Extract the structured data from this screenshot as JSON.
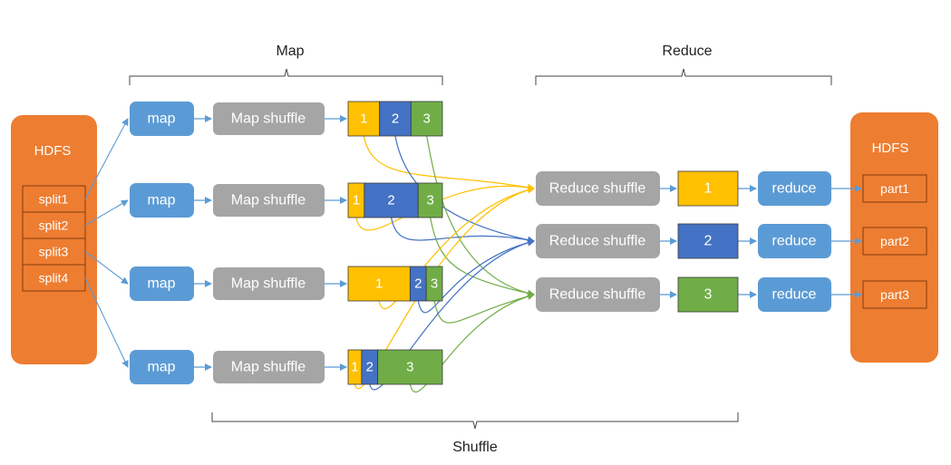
{
  "labels": {
    "map_group": "Map",
    "reduce_group": "Reduce",
    "shuffle_group": "Shuffle"
  },
  "hdfs_in": {
    "title": "HDFS",
    "splits": [
      "split1",
      "split2",
      "split3",
      "split4"
    ]
  },
  "hdfs_out": {
    "title": "HDFS",
    "parts": [
      "part1",
      "part2",
      "part3"
    ]
  },
  "mappers": [
    {
      "task": "map",
      "shuffle": "Map shuffle",
      "partitions": [
        {
          "label": "1",
          "share": 1
        },
        {
          "label": "2",
          "share": 1
        },
        {
          "label": "3",
          "share": 1
        }
      ]
    },
    {
      "task": "map",
      "shuffle": "Map shuffle",
      "partitions": [
        {
          "label": "1",
          "share": 0.6
        },
        {
          "label": "2",
          "share": 2.0
        },
        {
          "label": "3",
          "share": 0.9
        }
      ]
    },
    {
      "task": "map",
      "shuffle": "Map shuffle",
      "partitions": [
        {
          "label": "1",
          "share": 2.3
        },
        {
          "label": "2",
          "share": 0.6
        },
        {
          "label": "3",
          "share": 0.6
        }
      ]
    },
    {
      "task": "map",
      "shuffle": "Map shuffle",
      "partitions": [
        {
          "label": "1",
          "share": 0.5
        },
        {
          "label": "2",
          "share": 0.6
        },
        {
          "label": "3",
          "share": 2.4
        }
      ]
    }
  ],
  "reducers": [
    {
      "shuffle": "Reduce shuffle",
      "partition": "1",
      "task": "reduce"
    },
    {
      "shuffle": "Reduce shuffle",
      "partition": "2",
      "task": "reduce"
    },
    {
      "shuffle": "Reduce shuffle",
      "partition": "3",
      "task": "reduce"
    }
  ],
  "colors": {
    "hdfs": "#ED7D31",
    "task": "#5B9BD5",
    "shuffle": "#A5A5A5",
    "p1": "#FFC000",
    "p2": "#4472C4",
    "p3": "#70AD47",
    "arrow": "#5B9BD5"
  }
}
